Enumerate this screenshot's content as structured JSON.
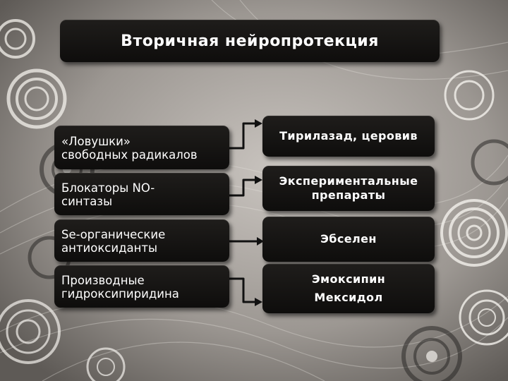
{
  "title": "Вторичная нейропротекция",
  "rows": [
    {
      "left": [
        "«Ловушки»",
        "свободных радикалов"
      ],
      "right": [
        "Тирилазад, церовив"
      ]
    },
    {
      "left": [
        "Блокаторы NO-",
        "синтазы"
      ],
      "right": [
        "Экспериментальные",
        "препараты"
      ]
    },
    {
      "left": [
        "Se-органические",
        "антиоксиданты"
      ],
      "right": [
        "Эбселен"
      ]
    },
    {
      "left": [
        "Производные",
        "гидроксипиридина"
      ],
      "right": [
        "Эмоксипин",
        "Мексидол"
      ]
    }
  ]
}
